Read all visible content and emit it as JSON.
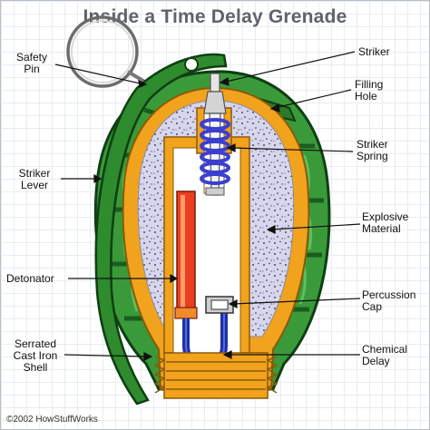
{
  "title": "Inside a Time Delay Grenade",
  "labels": {
    "safety_pin": "Safety\nPin",
    "striker_lever": "Striker\nLever",
    "detonator": "Detonator",
    "serrated_shell": "Serrated\nCast Iron\nShell",
    "striker": "Striker",
    "filling_hole": "Filling\nHole",
    "striker_spring": "Striker\nSpring",
    "explosive_material": "Explosive\nMaterial",
    "percussion_cap": "Percussion\nCap",
    "chemical_delay": "Chemical\nDelay"
  },
  "copyright": "©2002  HowStuffWorks",
  "colors": {
    "shell": "#3a9a3a",
    "shell_dark": "#16601c",
    "liner": "#f2a31d",
    "explosive": "#d7d6ef",
    "spring": "#3b3fd0",
    "detonator": "#e8401f",
    "delay_tube": "#1f2fa8"
  }
}
